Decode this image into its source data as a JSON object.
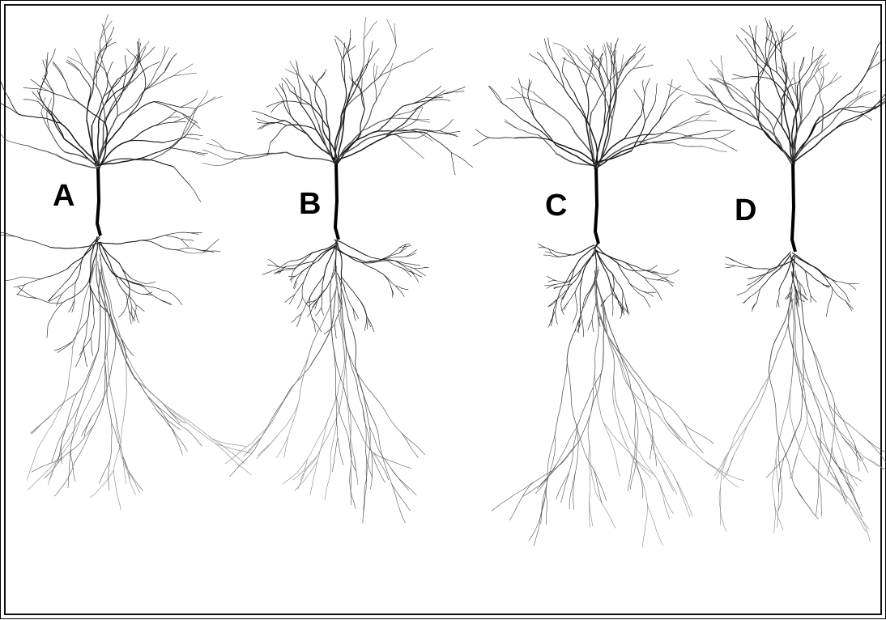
{
  "panels": [
    {
      "label": "A"
    },
    {
      "label": "B"
    },
    {
      "label": "C"
    },
    {
      "label": "D"
    }
  ],
  "colors": {
    "background": "#ffffff",
    "border": "#111111",
    "apical_dendrite": "#1a1a1a",
    "basal_dendrite": "#555555",
    "distal_dendrite": "#888888"
  }
}
